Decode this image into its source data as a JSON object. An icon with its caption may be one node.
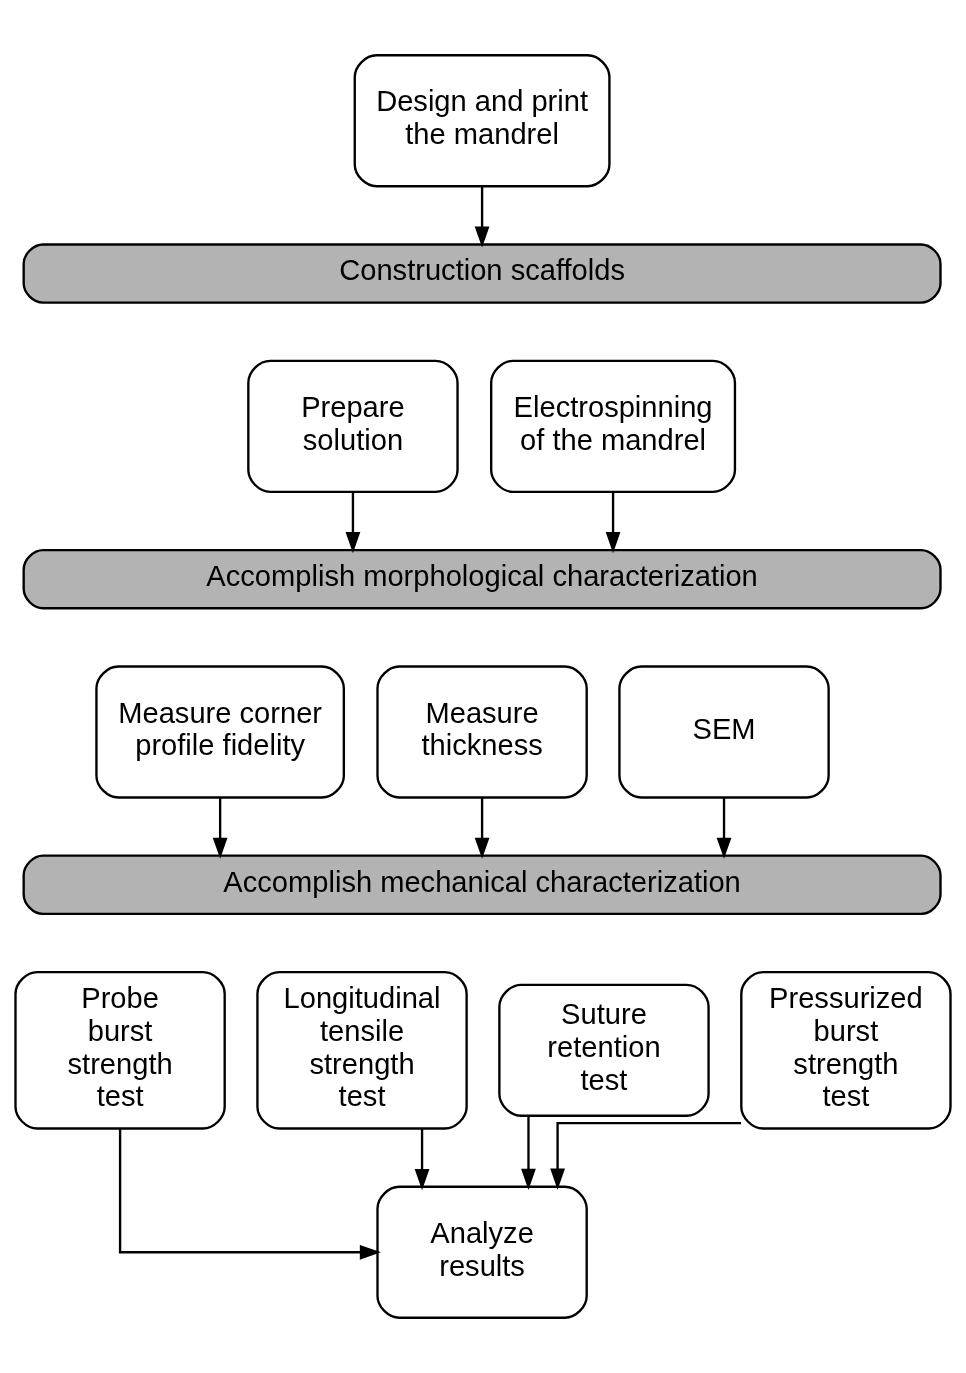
{
  "diagram": {
    "nodes": [
      {
        "text": [
          "Design and print the mandrel"
        ]
      },
      {
        "text": [
          "Construction scaffolds"
        ]
      },
      {
        "text": [
          "Prepare solution"
        ]
      },
      {
        "text": [
          "Electrospinning of the mandrel"
        ]
      },
      {
        "text": [
          "Accomplish morphological characterization"
        ]
      },
      {
        "text": [
          "Measure corner profile fidelity"
        ]
      },
      {
        "text": [
          "Measure thickness"
        ]
      },
      {
        "text": [
          "SEM"
        ]
      },
      {
        "text": [
          "Accomplish mechanical characterization"
        ]
      },
      {
        "text": [
          "Probe burst strength test"
        ]
      },
      {
        "text": [
          "Longitudinal tensile strength test"
        ]
      },
      {
        "text": [
          "Suture retention test"
        ]
      },
      {
        "text": [
          "Pressurized burst strength test"
        ]
      },
      {
        "text": [
          "Analyze results"
        ]
      }
    ],
    "edges": [
      {
        "from": 0,
        "to": 1,
        "arrow": "to"
      },
      {
        "from": 2,
        "to": 4,
        "arrow": "to"
      },
      {
        "from": 3,
        "to": 4,
        "arrow": "to"
      },
      {
        "from": 5,
        "to": 8,
        "arrow": "to"
      },
      {
        "from": 6,
        "to": 8,
        "arrow": "to"
      },
      {
        "from": 7,
        "to": 8,
        "arrow": "to"
      },
      {
        "from": 9,
        "to": 13,
        "arrow": "to"
      },
      {
        "from": 10,
        "to": 13,
        "arrow": "to"
      },
      {
        "from": 11,
        "to": 13,
        "arrow": "to"
      },
      {
        "from": 12,
        "to": 13,
        "arrow": "to"
      }
    ]
  }
}
